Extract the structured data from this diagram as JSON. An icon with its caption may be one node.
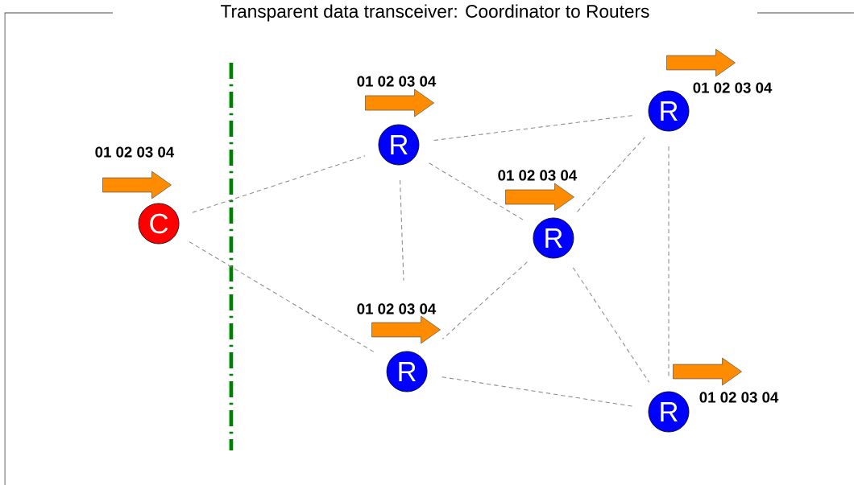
{
  "diagram": {
    "title": "Transparent data transceiver: Coordinator to Routers",
    "nodes": [
      {
        "text": [
          "C"
        ],
        "beside": [
          "01 02 03 04"
        ]
      },
      {
        "text": [
          "R"
        ],
        "beside": [
          "01 02 03 04"
        ]
      },
      {
        "text": [
          "R"
        ],
        "beside": [
          "01 02 03 04"
        ]
      },
      {
        "text": [
          "R"
        ],
        "beside": [
          "01 02 03 04"
        ]
      },
      {
        "text": [
          "R"
        ],
        "beside": [
          "01 02 03 04"
        ]
      },
      {
        "text": [
          "R"
        ],
        "beside": [
          "01 02 03 04"
        ]
      }
    ],
    "edges": [
      {
        "from": 0,
        "to": 1,
        "arrow": "none",
        "style": "dashed"
      },
      {
        "from": 0,
        "to": 4,
        "arrow": "none",
        "style": "dashed"
      },
      {
        "from": 1,
        "to": 2,
        "arrow": "none",
        "style": "dashed"
      },
      {
        "from": 1,
        "to": 3,
        "arrow": "none",
        "style": "dashed"
      },
      {
        "from": 1,
        "to": 4,
        "arrow": "none",
        "style": "dashed"
      },
      {
        "from": 3,
        "to": 2,
        "arrow": "none",
        "style": "dashed"
      },
      {
        "from": 3,
        "to": 4,
        "arrow": "none",
        "style": "dashed"
      },
      {
        "from": 3,
        "to": 5,
        "arrow": "none",
        "style": "dashed"
      },
      {
        "from": 2,
        "to": 5,
        "arrow": "none",
        "style": "dashed"
      },
      {
        "from": 4,
        "to": 5,
        "arrow": "none",
        "style": "dashed"
      }
    ]
  }
}
